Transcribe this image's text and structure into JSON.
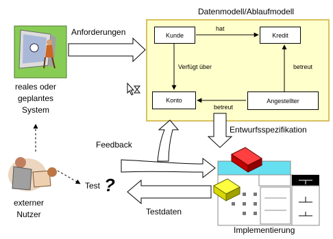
{
  "title": "Datenmodell/Ablaufmodell",
  "model": {
    "entities": [
      "Kunde",
      "Kredit",
      "Konto",
      "Angestellter"
    ],
    "relations": [
      "hat",
      "Verfügt über",
      "betreut",
      "betreut"
    ]
  },
  "labels": {
    "requirements": "Anforderungen",
    "system_line1": "reales oder",
    "system_line2": "geplantes",
    "system_line3": "System",
    "spec": "Entwurfsspezifikation",
    "feedback": "Feedback",
    "test": "Test",
    "question": "?",
    "testdata": "Testdaten",
    "implementation": "Implementierung",
    "user_line1": "externer",
    "user_line2": "Nutzer"
  },
  "colors": {
    "model_bg": "#ffffcc",
    "model_border": "#d8c060",
    "tile_blue": "#66e0f0",
    "red_block": "#e01010",
    "yellow_block": "#e0e000"
  },
  "icons": [
    "computer-screen-icon",
    "person-at-desk-icon",
    "mouse-cursor-hourglass-icon",
    "question-mark-icon"
  ]
}
